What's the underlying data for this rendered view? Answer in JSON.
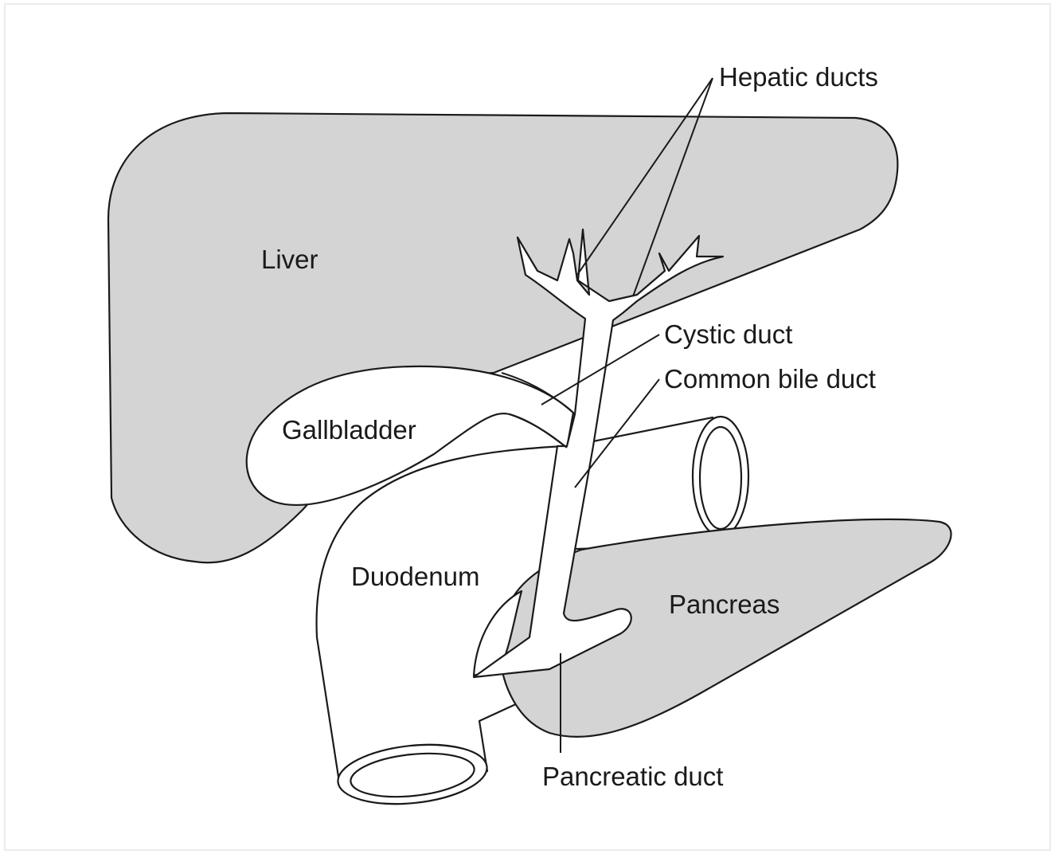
{
  "labels": {
    "hepatic_ducts": "Hepatic ducts",
    "liver": "Liver",
    "cystic_duct": "Cystic duct",
    "common_bile_duct": "Common bile duct",
    "gallbladder": "Gallbladder",
    "duodenum": "Duodenum",
    "pancreas": "Pancreas",
    "pancreatic_duct": "Pancreatic duct"
  },
  "colors": {
    "organ_fill": "#d4d4d4",
    "outline": "#1a1a1a",
    "background": "#ffffff"
  }
}
